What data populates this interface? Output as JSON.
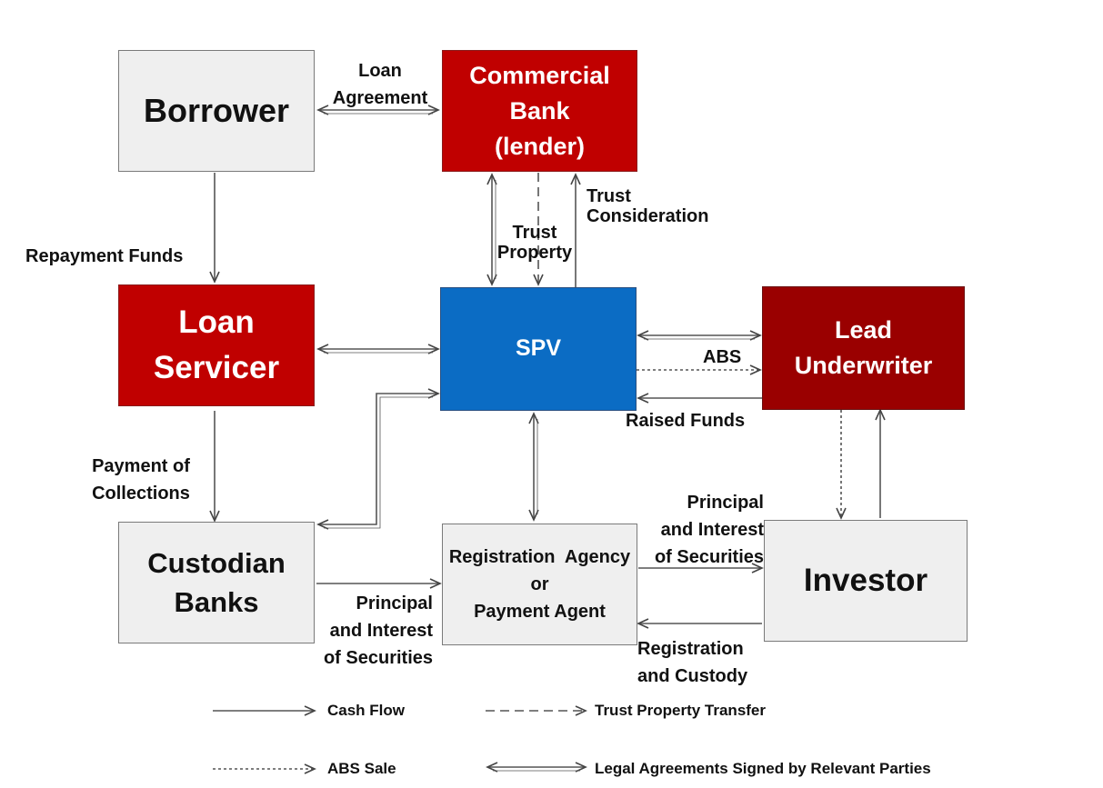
{
  "nodes": {
    "borrower": "Borrower",
    "commercial_bank": [
      "Commercial",
      "Bank",
      "(lender)"
    ],
    "loan_servicer": [
      "Loan",
      "Servicer"
    ],
    "spv": "SPV",
    "lead_underwriter": [
      "Lead",
      "Underwriter"
    ],
    "custodian_banks": [
      "Custodian",
      "Banks"
    ],
    "registration_agency": [
      "Registration  Agency",
      "or",
      "Payment Agent"
    ],
    "investor": "Investor"
  },
  "edge_labels": {
    "loan_agreement": [
      "Loan",
      "Agreement"
    ],
    "repayment_funds": "Repayment Funds",
    "trust_property": [
      "Trust",
      "Property"
    ],
    "trust_consideration": [
      "Trust",
      "Consideration"
    ],
    "abs": "ABS",
    "raised_funds": "Raised Funds",
    "payment_of_collections": [
      "Payment of",
      "Collections"
    ],
    "principal_interest_left": [
      "Principal",
      "and Interest",
      "of Securities"
    ],
    "principal_interest_right": [
      "Principal",
      "and Interest",
      "of Securities"
    ],
    "registration_custody": [
      "Registration",
      "and Custody"
    ]
  },
  "legend": {
    "cash_flow": "Cash Flow",
    "trust_property_transfer": "Trust Property Transfer",
    "abs_sale": "ABS Sale",
    "legal_agreements": "Legal Agreements Signed by Relevant Parties"
  },
  "colors": {
    "red": "#c00000",
    "dark_red": "#9a0000",
    "blue": "#0b6cc4",
    "grey": "#efefef"
  }
}
